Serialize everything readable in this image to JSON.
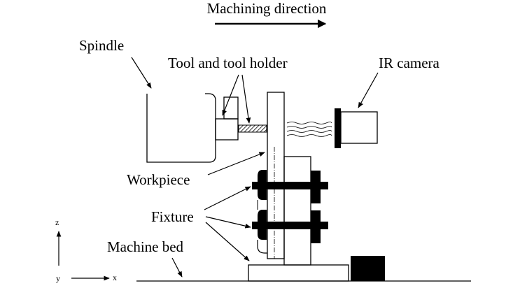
{
  "labels": {
    "direction": "Machining direction",
    "spindle": "Spindle",
    "tool": "Tool and tool holder",
    "camera": "IR camera",
    "workpiece": "Workpiece",
    "fixture": "Fixture",
    "bed": "Machine bed",
    "axis_z": "z",
    "axis_y": "y",
    "axis_x": "x"
  },
  "colors": {
    "ink": "#000000",
    "paper": "#ffffff"
  }
}
